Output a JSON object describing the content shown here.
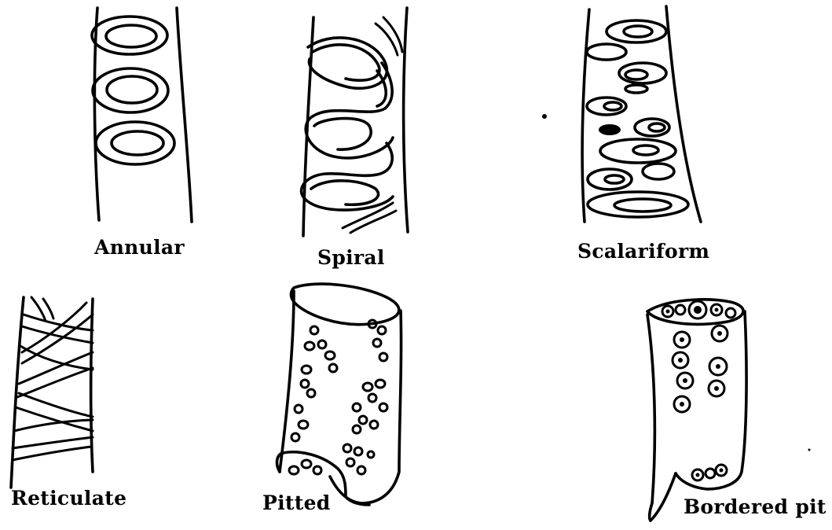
{
  "labels": {
    "annular": "Annular",
    "spiral": "Spiral",
    "scalariform": "Scalariform",
    "reticulate": "Reticulate",
    "pitted": "Pitted",
    "bordered_pit": "Bordered pit"
  }
}
